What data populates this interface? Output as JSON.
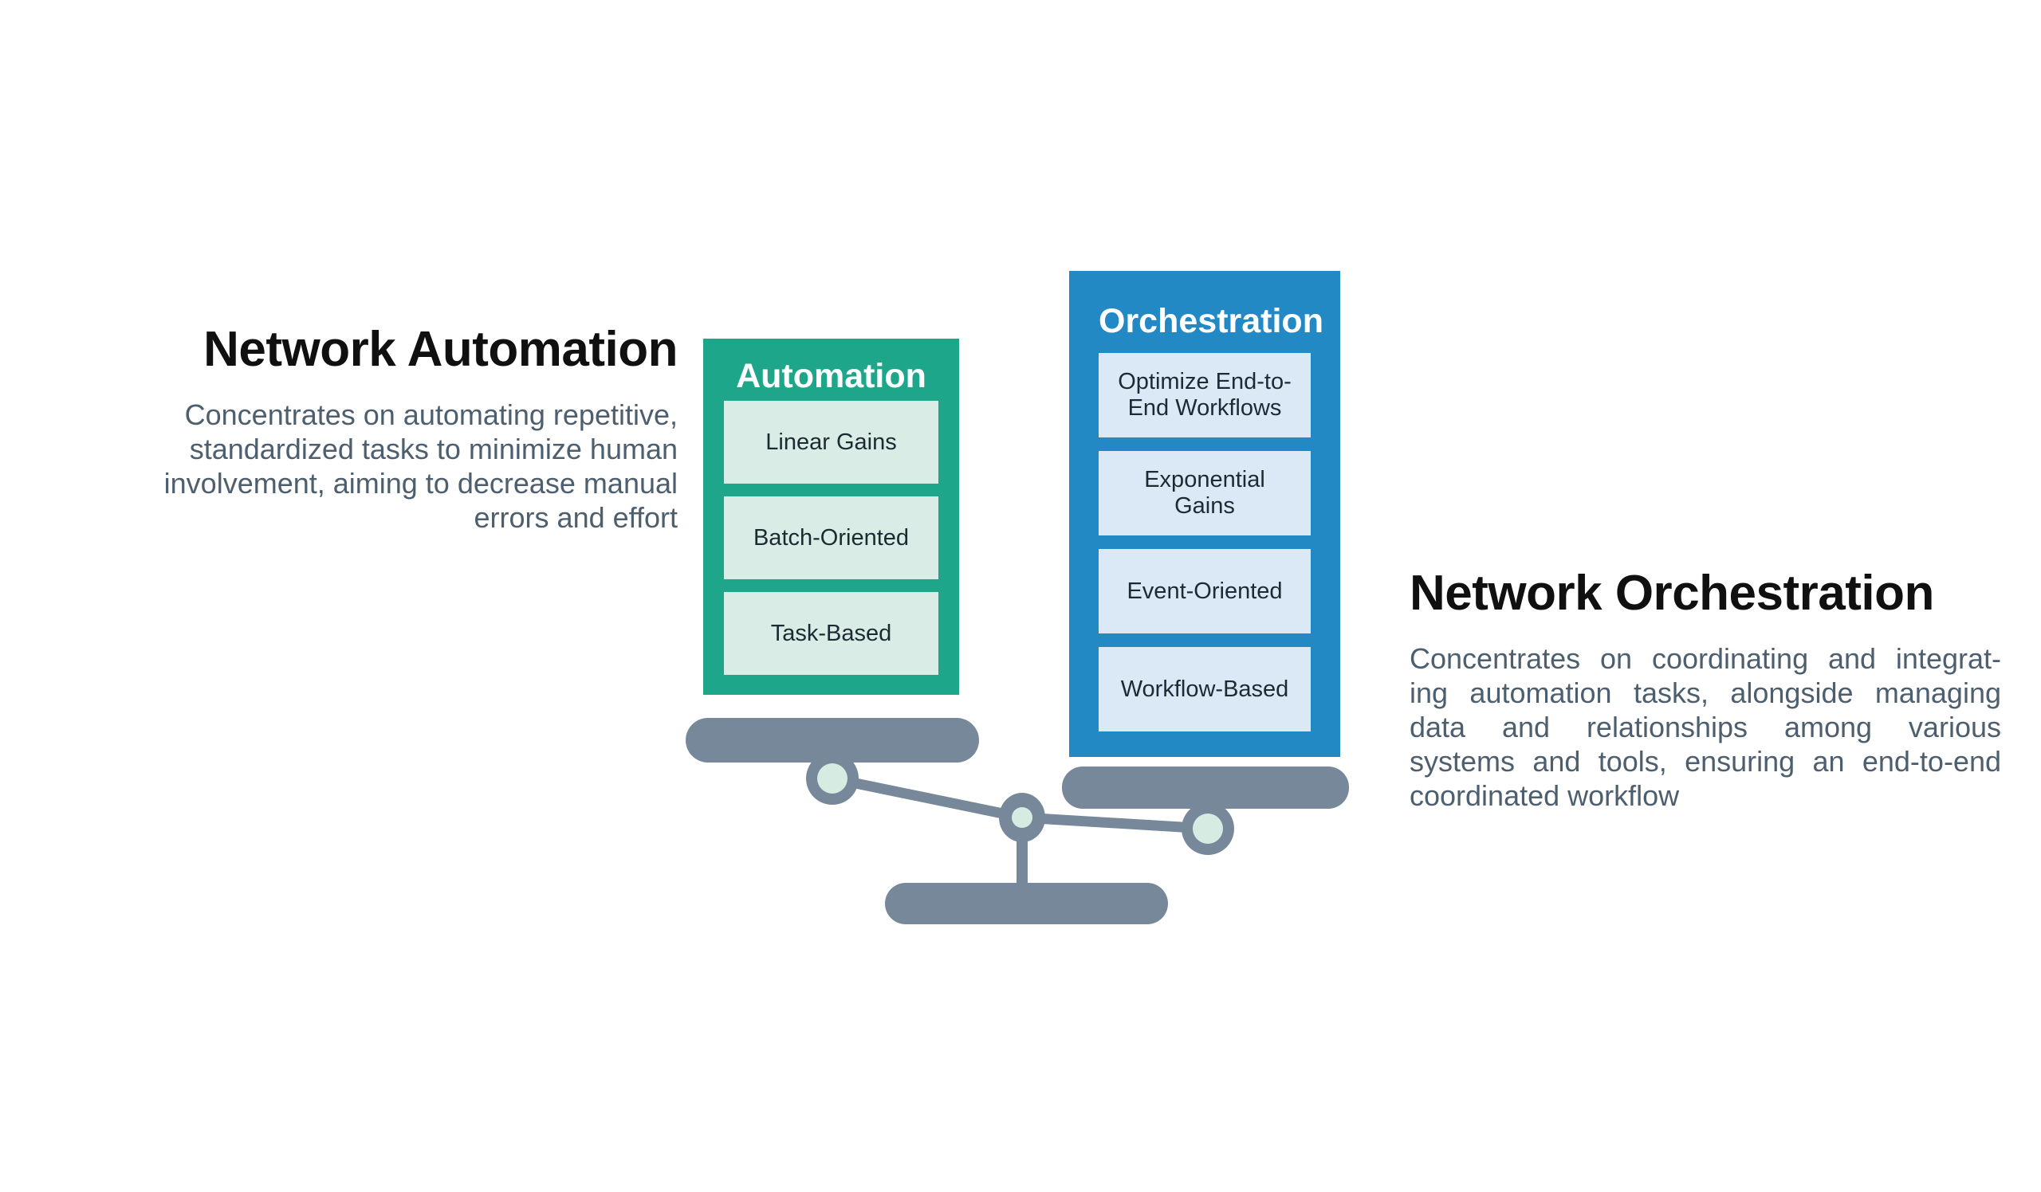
{
  "colors": {
    "green": "#1DA689",
    "green_light": "#D9ECE6",
    "blue": "#2289C4",
    "blue_light": "#DBE9F7",
    "slate": "#77889A",
    "mint": "#D6EBE2",
    "title_color": "#101010",
    "muted_color": "#4D5F6E",
    "item_text": "#1E2A32"
  },
  "left_section": {
    "title": "Network Automation",
    "description_lines": [
      "Concentrates on automating repetitive,",
      "standardized tasks to minimize human",
      "involvement, aiming to decrease manual",
      "errors and effort"
    ]
  },
  "right_section": {
    "title": "Network Orchestration",
    "description_lines": [
      "Concentrates on coordinating and integrat-",
      "ing automation tasks, alongside managing",
      "data and relationships among various",
      "systems and tools, ensuring an end-to-end",
      "coordinated workflow"
    ]
  },
  "automation_column": {
    "header": "Automation",
    "items": [
      "Linear Gains",
      "Batch-Oriented",
      "Task-Based"
    ]
  },
  "orchestration_column": {
    "header": "Orchestration",
    "items": [
      "Optimize End-to-End Workflows",
      "Exponential Gains",
      "Event-Oriented",
      "Workflow-Based"
    ]
  }
}
